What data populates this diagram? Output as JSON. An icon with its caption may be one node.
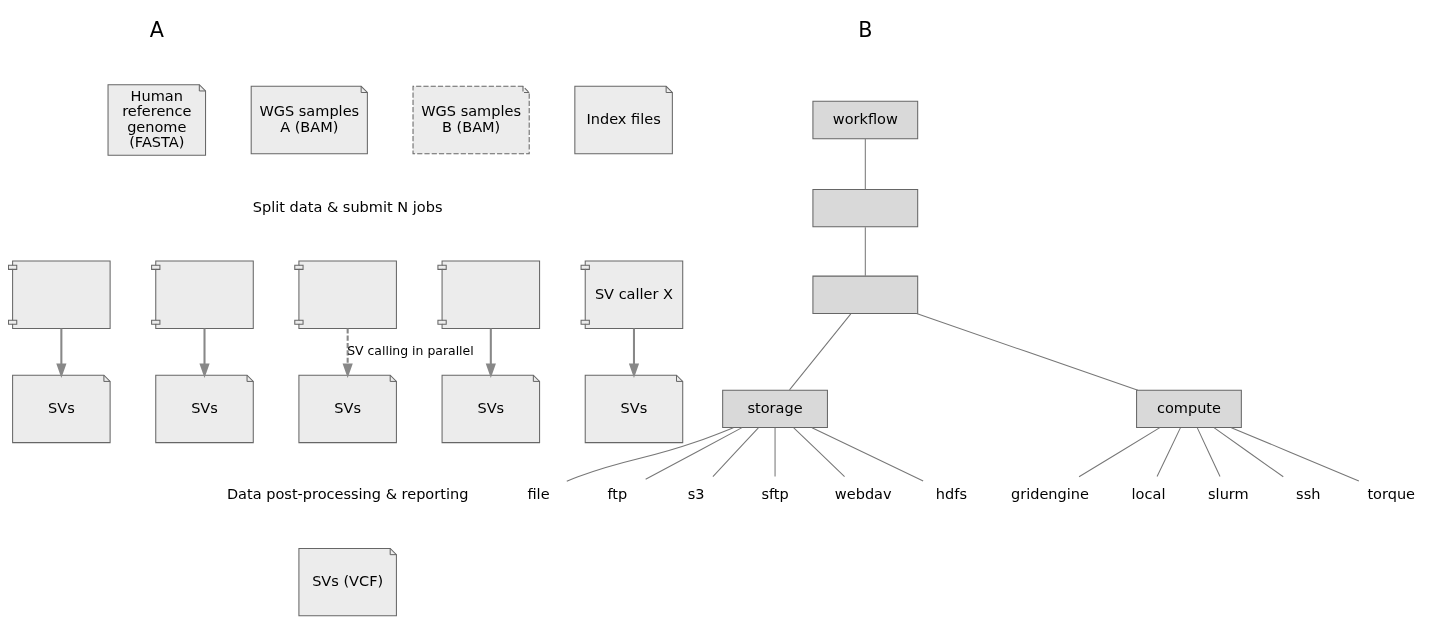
{
  "diagram": {
    "nodes": [
      {
        "text": [
          "Human reference genome (FASTA)"
        ]
      },
      {
        "text": [
          "WGS samples A (BAM)"
        ]
      },
      {
        "text": [
          "WGS samples B (BAM)"
        ]
      },
      {
        "text": [
          "Index files"
        ]
      },
      {
        "text": [],
        "shape": "box"
      },
      {
        "text": [],
        "shape": "box"
      },
      {
        "text": [],
        "shape": "box"
      },
      {
        "text": [],
        "shape": "box"
      },
      {
        "text": [
          "SV caller X"
        ]
      },
      {
        "text": [
          "SVs"
        ]
      },
      {
        "text": [
          "SVs"
        ]
      },
      {
        "text": [
          "SVs"
        ]
      },
      {
        "text": [
          "SVs"
        ]
      },
      {
        "text": [
          "SVs"
        ]
      },
      {
        "text": [
          "SVs (VCF)"
        ]
      },
      {
        "text": [
          "workflow"
        ]
      },
      {
        "text": [],
        "shape": "box"
      },
      {
        "text": [],
        "shape": "box"
      },
      {
        "text": [
          "storage"
        ]
      },
      {
        "text": [
          "compute"
        ]
      },
      {
        "text": [
          "file"
        ]
      },
      {
        "text": [
          "ftp"
        ]
      },
      {
        "text": [
          "s3"
        ]
      },
      {
        "text": [
          "sftp"
        ]
      },
      {
        "text": [
          "webdav"
        ]
      },
      {
        "text": [
          "hdfs"
        ]
      },
      {
        "text": [
          "gridengine"
        ]
      },
      {
        "text": [
          "local"
        ]
      },
      {
        "text": [
          "slurm"
        ]
      },
      {
        "text": [
          "ssh"
        ]
      },
      {
        "text": [
          "torque"
        ]
      }
    ],
    "edges": [
      {
        "from": 4,
        "to": 9,
        "arrow": "to"
      },
      {
        "from": 5,
        "to": 10,
        "arrow": "to"
      },
      {
        "from": 6,
        "to": 11,
        "arrow": "to",
        "style": "dashed",
        "label": "SV calling in parallel"
      },
      {
        "from": 7,
        "to": 12,
        "arrow": "to"
      },
      {
        "from": 8,
        "to": 13,
        "arrow": "to"
      },
      {
        "from": 15,
        "to": 16,
        "arrow": "none"
      },
      {
        "from": 16,
        "to": 17,
        "arrow": "none"
      },
      {
        "from": 17,
        "to": 18,
        "arrow": "none"
      },
      {
        "from": 17,
        "to": 19,
        "arrow": "none"
      },
      {
        "from": 18,
        "to": 20,
        "arrow": "none"
      },
      {
        "from": 18,
        "to": 21,
        "arrow": "none"
      },
      {
        "from": 18,
        "to": 22,
        "arrow": "none"
      },
      {
        "from": 18,
        "to": 23,
        "arrow": "none"
      },
      {
        "from": 18,
        "to": 24,
        "arrow": "none"
      },
      {
        "from": 18,
        "to": 25,
        "arrow": "none"
      },
      {
        "from": 19,
        "to": 26,
        "arrow": "none"
      },
      {
        "from": 19,
        "to": 27,
        "arrow": "none"
      },
      {
        "from": 19,
        "to": 28,
        "arrow": "none"
      },
      {
        "from": 19,
        "to": 29,
        "arrow": "none"
      },
      {
        "from": 19,
        "to": 30,
        "arrow": "none"
      }
    ],
    "labels": [
      "A",
      "B",
      "Split data & submit N jobs",
      "Data post-processing & reporting"
    ]
  }
}
